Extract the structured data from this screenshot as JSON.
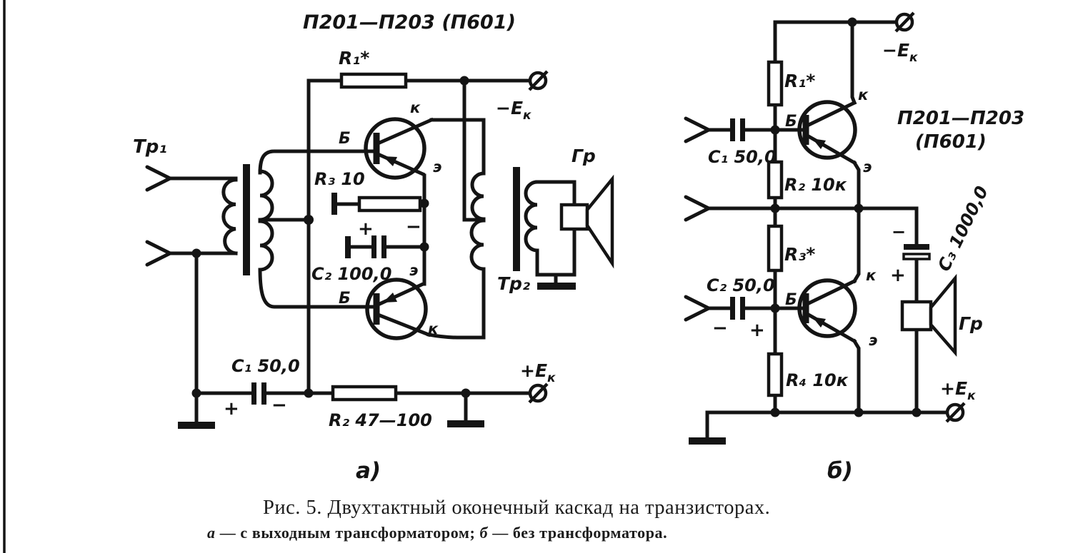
{
  "page": {
    "paper_color": "#ffffff",
    "ink_color": "#141414"
  },
  "caption": {
    "line1": "Рис. 5. Двухтактный оконечный каскад на транзисторах.",
    "a_label": "а",
    "a_text": " — с выходным трансформатором; ",
    "b_label": "б",
    "b_text": " — без трансформатора."
  },
  "electrodes": {
    "base": "Б",
    "collector": "к",
    "emitter": "э"
  },
  "signs": {
    "plus": "+",
    "minus": "−"
  },
  "supply": {
    "minus_prefix": "−Е",
    "plus_prefix": "+Е",
    "sub": "к"
  },
  "circuit_a": {
    "designator": "а)",
    "transistor_type": "П201—П203 (П601)",
    "input_transformer": "Тр₁",
    "output_transformer": "Тр₂",
    "speaker": "Гр",
    "r1": "R₁*",
    "r2": "R₂ 47—100",
    "r3": "R₃ 10",
    "c1": "C₁ 50,0",
    "c2": "C₂ 100,0"
  },
  "circuit_b": {
    "designator": "б)",
    "transistor_type_line1": "П201—П203",
    "transistor_type_line2": "(П601)",
    "speaker": "Гр",
    "r1": "R₁*",
    "r2": "R₂ 10к",
    "r3": "R₃*",
    "r4": "R₄ 10к",
    "c1": "C₁ 50,0",
    "c2": "C₂ 50,0",
    "c3": "C₃ 1000,0"
  }
}
